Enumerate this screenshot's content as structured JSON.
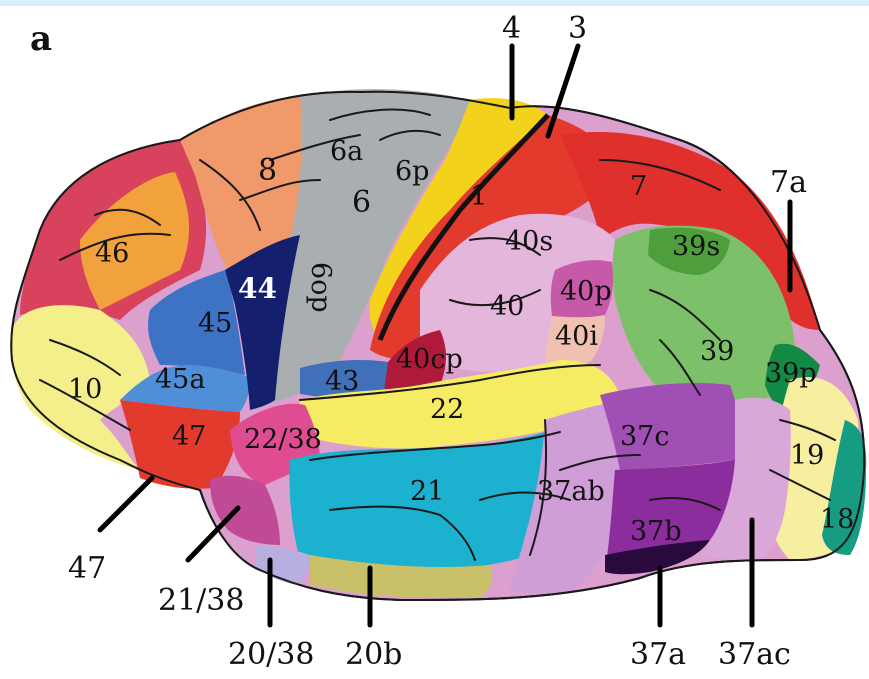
{
  "panel_label": "a",
  "colors": {
    "background": "#ffffff",
    "top_band": "#dceefa",
    "outline": "#1a1a1a"
  },
  "regions": [
    {
      "id": "46",
      "label": "46",
      "color": "#f2a23c"
    },
    {
      "id": "8",
      "label": "8",
      "color": "#f09a6c"
    },
    {
      "id": "6a",
      "label": "6a",
      "color": "#a9aeb0"
    },
    {
      "id": "6p",
      "label": "6p",
      "color": "#a9aeb0"
    },
    {
      "id": "6",
      "label": "6",
      "color": "#a9aeb0"
    },
    {
      "id": "4",
      "label": "4",
      "color": "#f3d21b"
    },
    {
      "id": "3",
      "label": "3",
      "color": "#1a1a1a"
    },
    {
      "id": "1",
      "label": "1",
      "color": "#e23b2d"
    },
    {
      "id": "7",
      "label": "7",
      "color": "#e0302b"
    },
    {
      "id": "7a",
      "label": "7a",
      "color": "#e0302b"
    },
    {
      "id": "44",
      "label": "44",
      "color": "#14206e"
    },
    {
      "id": "45",
      "label": "45",
      "color": "#3d72c4"
    },
    {
      "id": "45a",
      "label": "45a",
      "color": "#4f8fd8"
    },
    {
      "id": "10",
      "label": "10",
      "color": "#f4ef8a"
    },
    {
      "id": "47",
      "label": "47",
      "color": "#e23b2d"
    },
    {
      "id": "6op",
      "label": "6op",
      "color": "#a9aeb0"
    },
    {
      "id": "43",
      "label": "43",
      "color": "#3f70b8"
    },
    {
      "id": "40cp",
      "label": "40cp",
      "color": "#b01a3a"
    },
    {
      "id": "40s",
      "label": "40s",
      "color": "#e5b6dc"
    },
    {
      "id": "40",
      "label": "40",
      "color": "#e5b6dc"
    },
    {
      "id": "40p",
      "label": "40p",
      "color": "#c65aa9"
    },
    {
      "id": "40i",
      "label": "40i",
      "color": "#f0c0b0"
    },
    {
      "id": "39s",
      "label": "39s",
      "color": "#4e9e3e"
    },
    {
      "id": "39",
      "label": "39",
      "color": "#7cc16a"
    },
    {
      "id": "39p",
      "label": "39p",
      "color": "#128a44"
    },
    {
      "id": "22",
      "label": "22",
      "color": "#f6ec63"
    },
    {
      "id": "22_38",
      "label": "22/38",
      "color": "#df4c92"
    },
    {
      "id": "21",
      "label": "21",
      "color": "#1bb1cf"
    },
    {
      "id": "37ab",
      "label": "37ab",
      "color": "#cf9ed6"
    },
    {
      "id": "37c",
      "label": "37c",
      "color": "#a050b4"
    },
    {
      "id": "37b",
      "label": "37b",
      "color": "#8c2d9e"
    },
    {
      "id": "19",
      "label": "19",
      "color": "#f7eea0"
    },
    {
      "id": "18",
      "label": "18",
      "color": "#179c84"
    }
  ],
  "callouts": [
    {
      "id": "c47",
      "label": "47"
    },
    {
      "id": "c21_38",
      "label": "21/38"
    },
    {
      "id": "c20_38",
      "label": "20/38"
    },
    {
      "id": "c20b",
      "label": "20b"
    },
    {
      "id": "c37a",
      "label": "37a"
    },
    {
      "id": "c37ac",
      "label": "37ac"
    }
  ]
}
